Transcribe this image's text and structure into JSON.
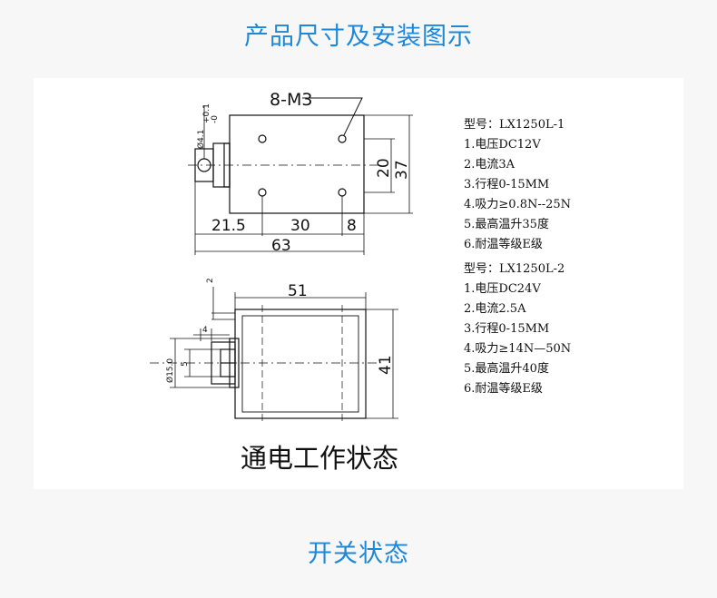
{
  "page": {
    "title_top": "产品尺寸及安装图示",
    "title_bottom": "开关状态",
    "caption": "通电工作状态"
  },
  "drawing": {
    "hole_label": "8-M3",
    "shaft_tolerance": "+0.1",
    "shaft_tolerance_low": "-0",
    "shaft_dia_top": "Ø4.1",
    "dims_top": {
      "d21_5": "21.5",
      "d30": "30",
      "d8": "8",
      "d63": "63",
      "d20": "20",
      "d37": "37"
    },
    "dims_bottom": {
      "d51": "51",
      "d41": "41",
      "d2": "2",
      "d4": "4",
      "d5": "5",
      "d15": "Ø15.0"
    }
  },
  "specs": [
    {
      "model": "型号：LX1250L-1",
      "lines": [
        "1.电压DC12V",
        "2.电流3A",
        "3.行程0-15MM",
        "4.吸力≥0.8N--25N",
        "5.最高温升35度",
        "6.耐温等级E级"
      ]
    },
    {
      "model": "型号：LX1250L-2",
      "lines": [
        "1.电压DC24V",
        "2.电流2.5A",
        "3.行程0-15MM",
        "4.吸力≥14N—50N",
        "5.最高温升40度",
        "6.耐温等级E级"
      ]
    }
  ]
}
